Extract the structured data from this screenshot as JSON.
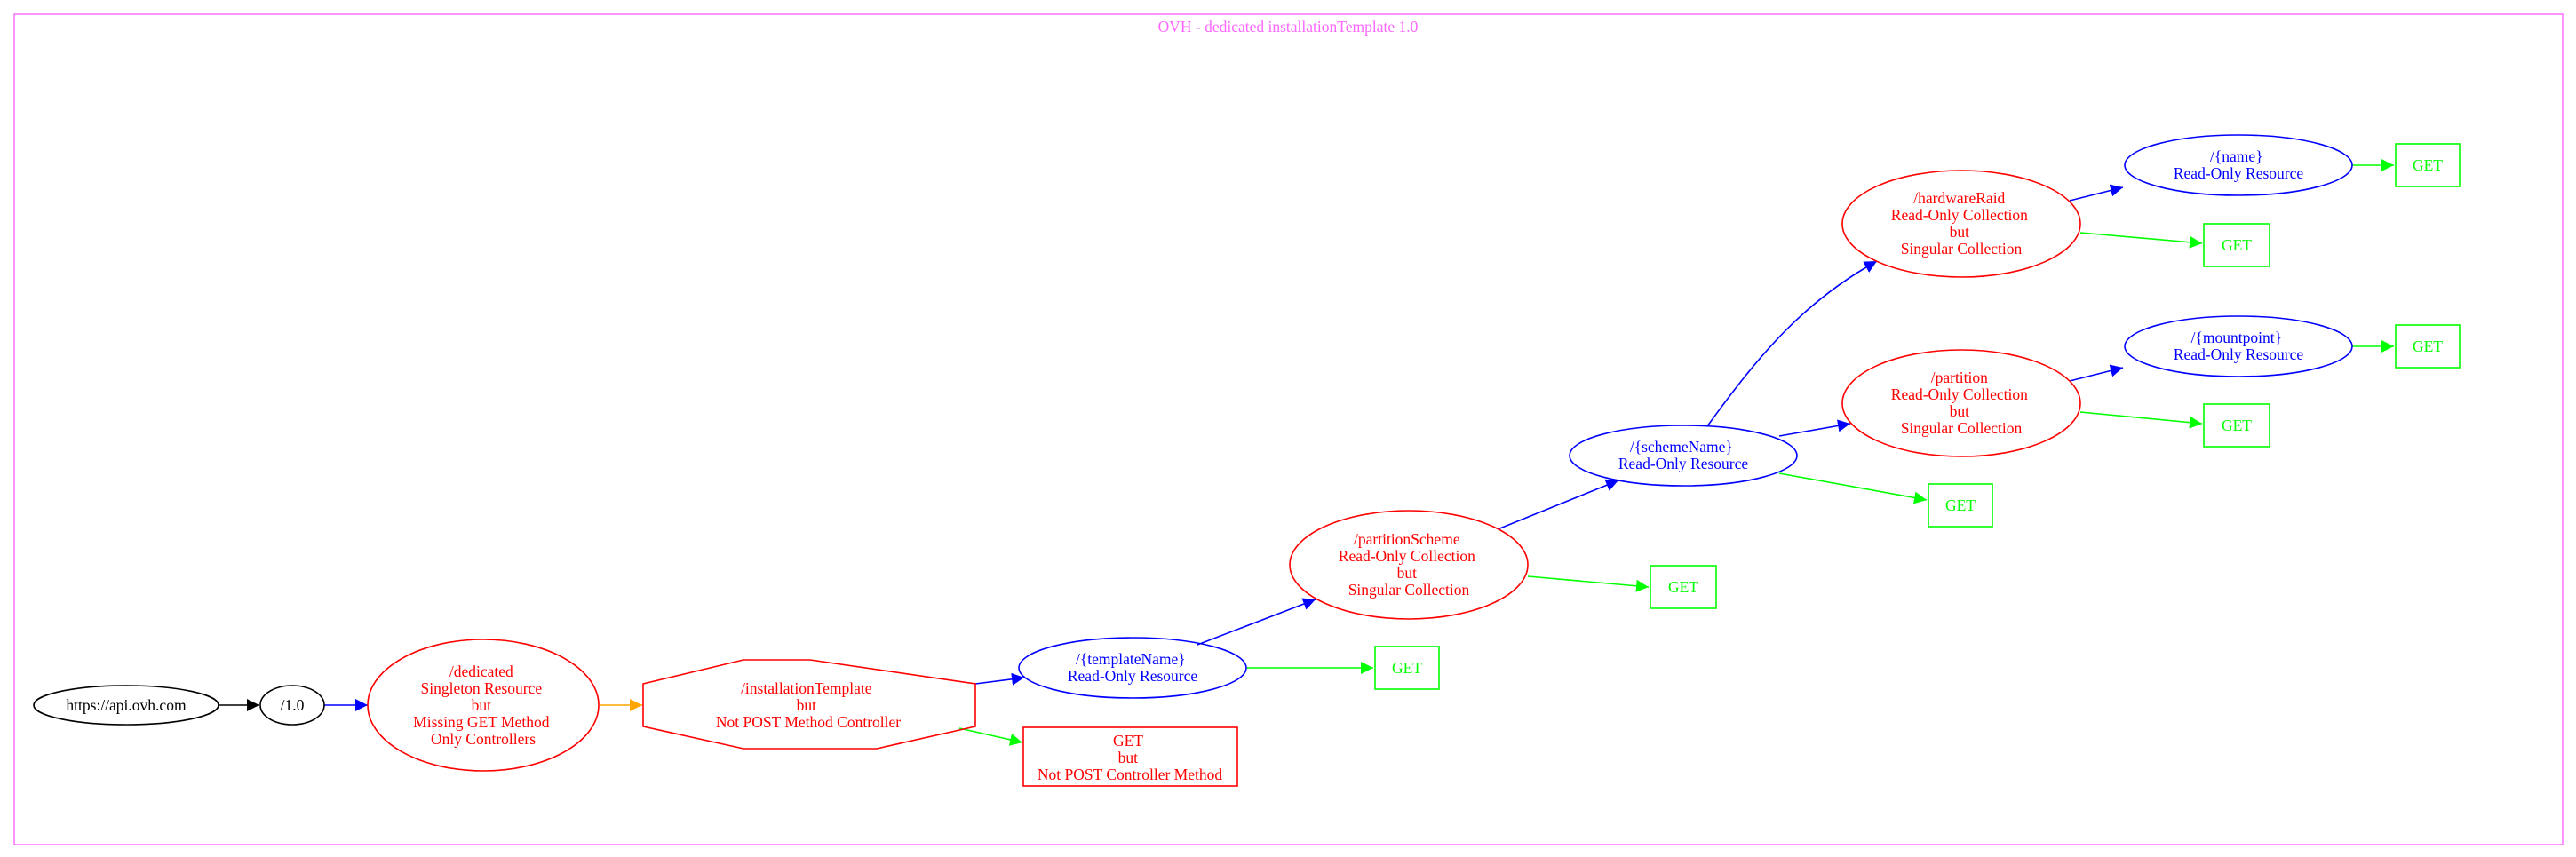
{
  "title": "OVH - dedicated installationTemplate 1.0",
  "colors": {
    "cluster_border": "#ff66ff",
    "red": "#ff0000",
    "blue": "#0000ff",
    "green": "#00ff00",
    "orange": "#ffa500",
    "black": "#000000"
  },
  "nodes": {
    "api_root": "https://api.ovh.com",
    "version": "/1.0",
    "dedicated": [
      "/dedicated",
      "Singleton Resource",
      "but",
      "Missing GET Method",
      "Only Controllers"
    ],
    "installation_template": [
      "/installationTemplate",
      "but",
      "Not POST Method Controller"
    ],
    "installation_template_get": [
      "GET",
      "but",
      "Not POST Controller Method"
    ],
    "template_name": [
      "/{templateName}",
      "Read-Only Resource"
    ],
    "template_name_get": "GET",
    "partition_scheme": [
      "/partitionScheme",
      "Read-Only Collection",
      "but",
      "Singular Collection"
    ],
    "partition_scheme_get": "GET",
    "scheme_name": [
      "/{schemeName}",
      "Read-Only Resource"
    ],
    "scheme_name_get": "GET",
    "hardware_raid": [
      "/hardwareRaid",
      "Read-Only Collection",
      "but",
      "Singular Collection"
    ],
    "hardware_raid_get": "GET",
    "raid_name": [
      "/{name}",
      "Read-Only Resource"
    ],
    "raid_name_get": "GET",
    "partition": [
      "/partition",
      "Read-Only Collection",
      "but",
      "Singular Collection"
    ],
    "partition_get": "GET",
    "mountpoint": [
      "/{mountpoint}",
      "Read-Only Resource"
    ],
    "mountpoint_get": "GET"
  }
}
